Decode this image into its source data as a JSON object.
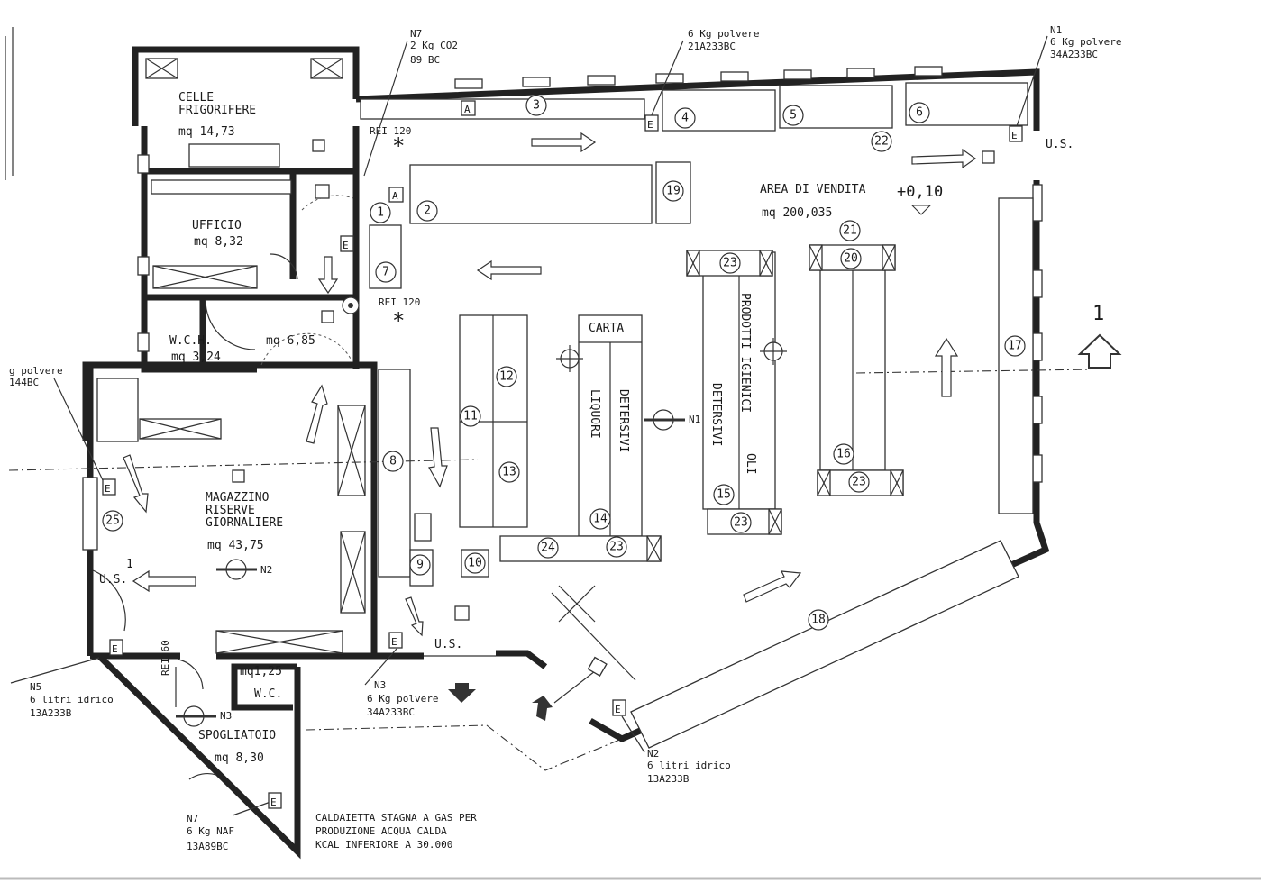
{
  "rooms": {
    "celle": [
      "CELLE",
      "FRIGORIFERE",
      "mq 14,73"
    ],
    "ufficio": [
      "UFFICIO",
      "mq 8,32"
    ],
    "wch": [
      "W.C.H.",
      "mq 3,24"
    ],
    "disimpegno": "mq 6,85",
    "magazzino": [
      "MAGAZZINO",
      "RISERVE",
      "GIORNALIERE",
      "mq 43,75"
    ],
    "wc": [
      "mq1,25",
      "W.C."
    ],
    "spogliatoio": [
      "SPOGLIATOIO",
      "mq 8,30"
    ],
    "vendita": [
      "AREA DI VENDITA",
      "mq 200,035"
    ]
  },
  "labels": {
    "rei_top": "REI 120",
    "rei_mid": "REI 120",
    "rei_60": "REI 60",
    "elevation": "+0,10",
    "us_right": "U.S.",
    "us_bottom": "U.S.",
    "us_left": "U.S.",
    "section": "1",
    "section_left": "1",
    "carta": "CARTA",
    "liquori": "LIQUORI",
    "detersivi_a": "DETERSIVI",
    "detersivi_b": "DETERSIVI",
    "prodotti_igienici": "PRODOTTI IGIENICI",
    "oli": "OLI",
    "caldaia": [
      "CALDAIETTA STAGNA A GAS PER",
      "PRODUZIONE ACQUA CALDA",
      "KCAL INFERIORE A 30.000"
    ]
  },
  "extinguishers": {
    "n7_top": [
      "N7",
      "2 Kg CO2",
      "89 BC"
    ],
    "top_mid": [
      "6 Kg polvere",
      "21A233BC"
    ],
    "n1_top": [
      "N1",
      "6 Kg polvere",
      "34A233BC"
    ],
    "left_partial": [
      "g polvere",
      "144BC"
    ],
    "n5": [
      "N5",
      "6 litri idrico",
      "13A233B"
    ],
    "n3": [
      "N3",
      "6 Kg polvere",
      "34A233BC"
    ],
    "n2": [
      "N2",
      "6 litri idrico",
      "13A233B"
    ],
    "n7_bottom": [
      "N7",
      "6 Kg NAF",
      "13A89BC"
    ]
  },
  "markers": {
    "n1": "N1",
    "n2": "N2",
    "n3": "N3",
    "E": "E",
    "A": "A"
  },
  "numbers": [
    "1",
    "2",
    "3",
    "4",
    "5",
    "6",
    "7",
    "8",
    "9",
    "10",
    "11",
    "12",
    "13",
    "14",
    "15",
    "16",
    "17",
    "18",
    "19",
    "20",
    "21",
    "22",
    "23",
    "24",
    "25"
  ]
}
